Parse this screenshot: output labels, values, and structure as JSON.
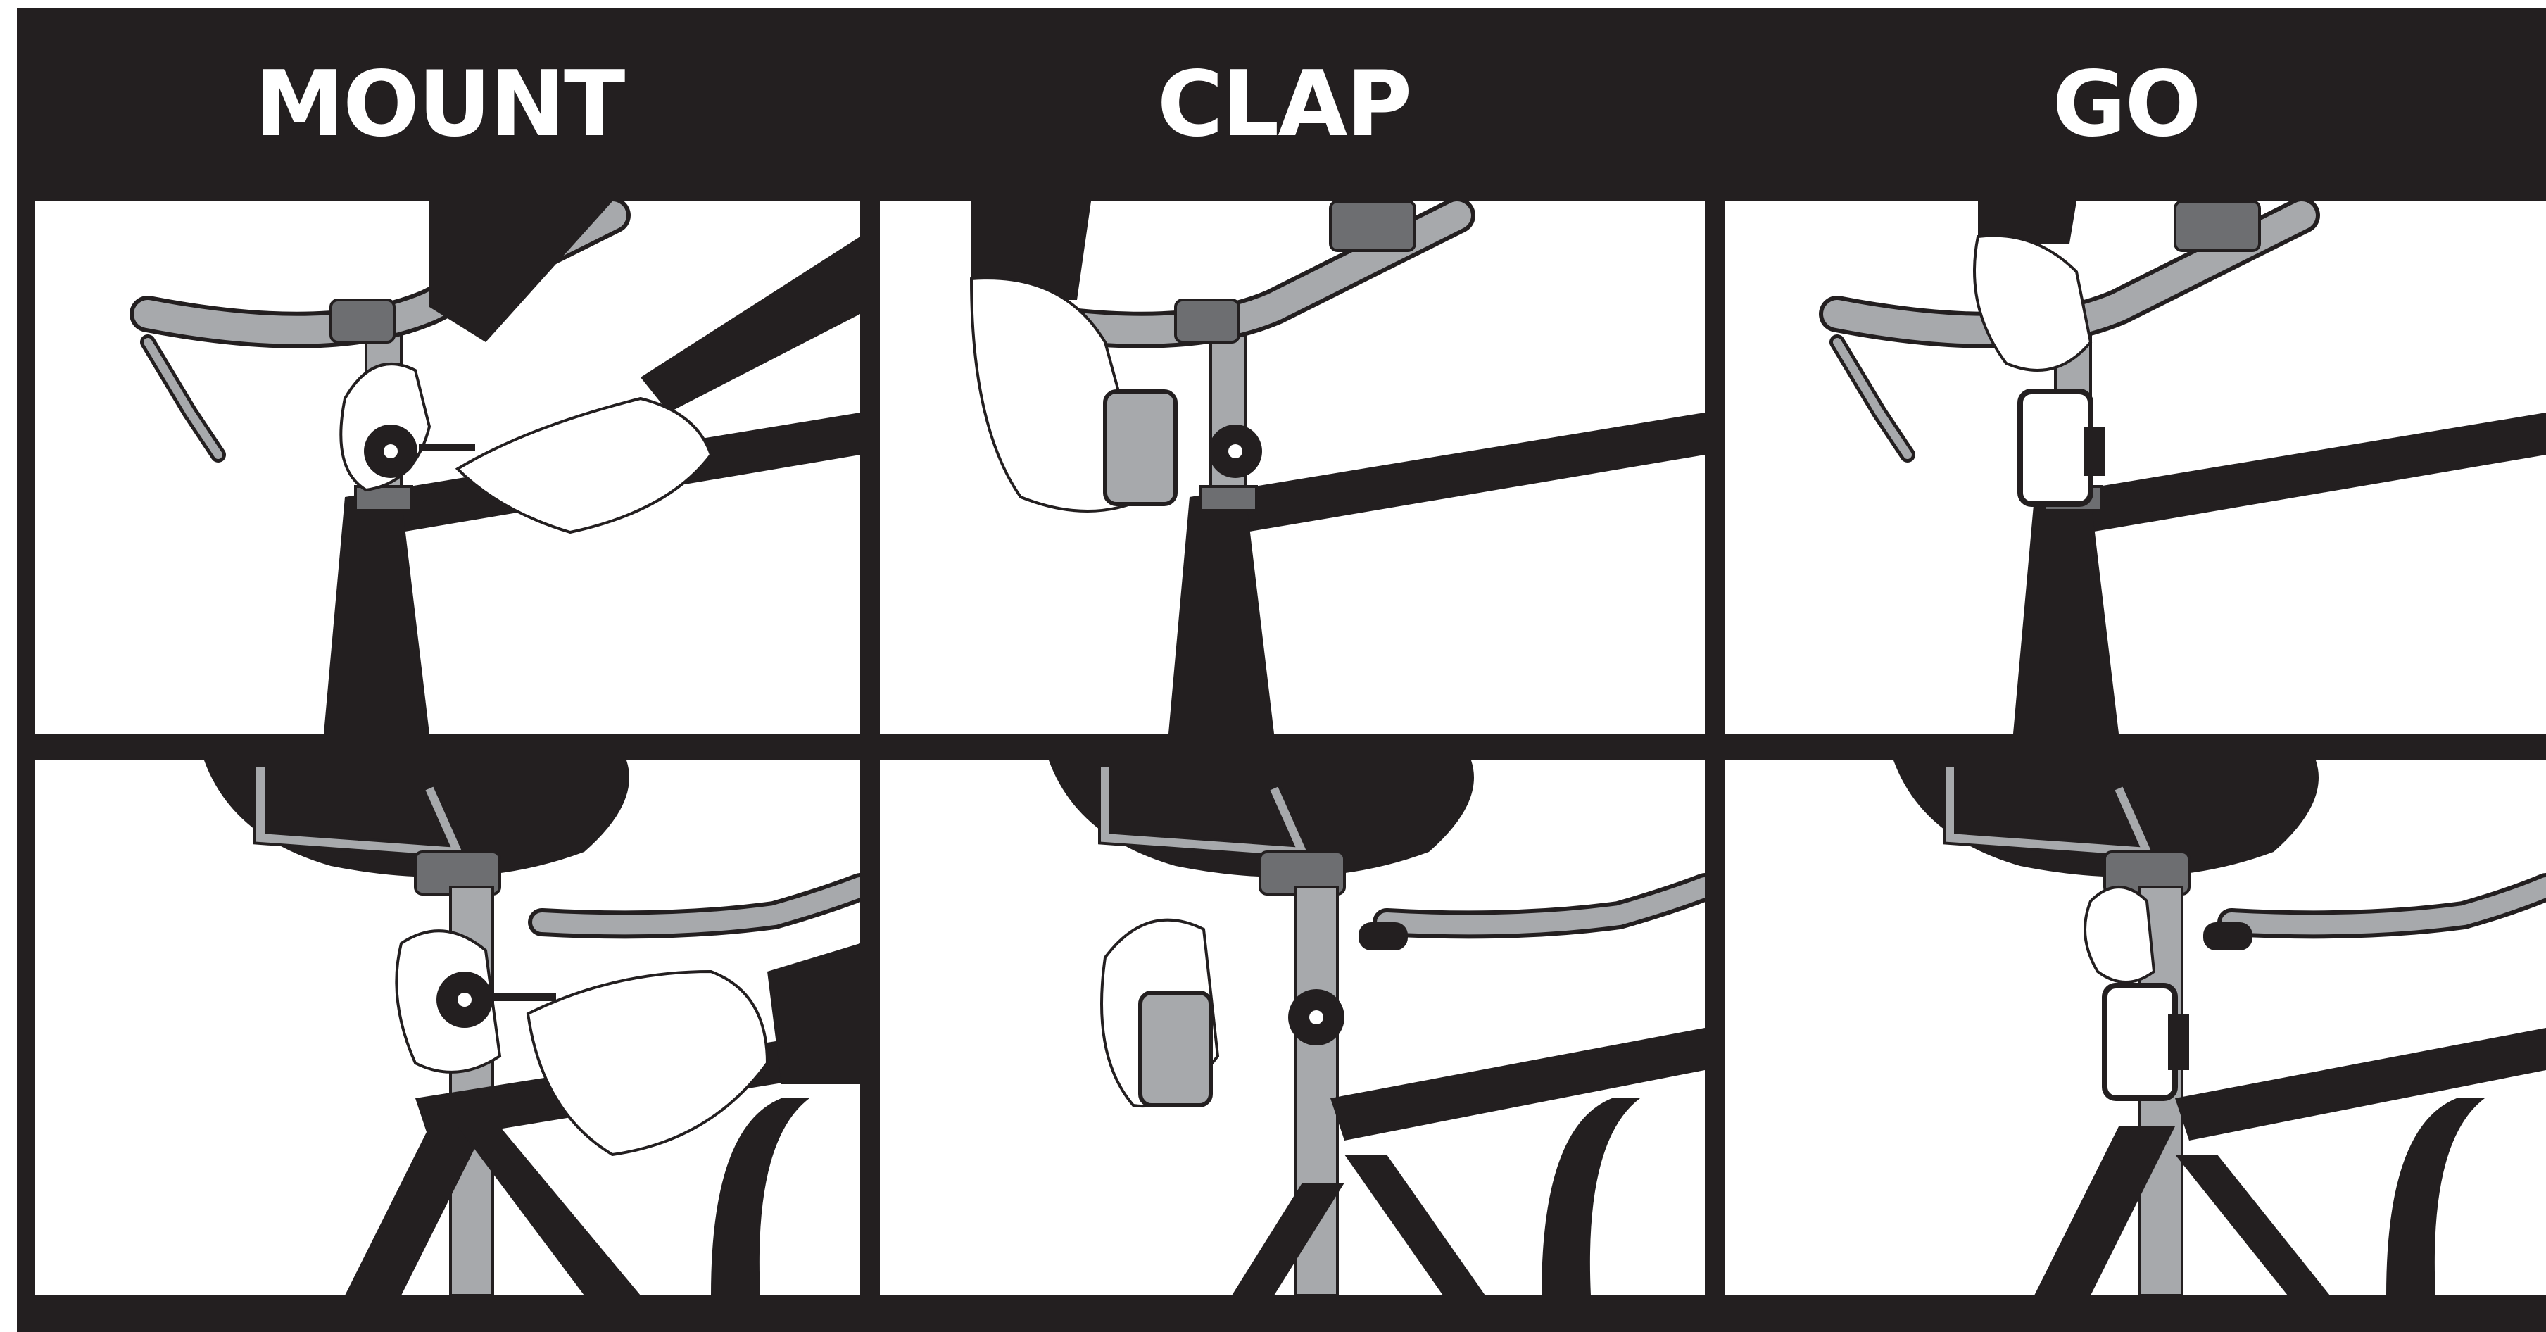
{
  "headers": {
    "step1": "MOUNT",
    "step2": "CLAP",
    "step3": "GO"
  },
  "colors": {
    "frame": "#231f20",
    "panel": "#ffffff",
    "metal_light": "#a7a9ac",
    "metal_dark": "#6d6e71",
    "bike_frame": "#231f20"
  },
  "panels": {
    "top_row": [
      "handlebar-mount",
      "handlebar-clap",
      "handlebar-go"
    ],
    "bottom_row": [
      "seatpost-mount",
      "seatpost-clap",
      "seatpost-go"
    ]
  }
}
